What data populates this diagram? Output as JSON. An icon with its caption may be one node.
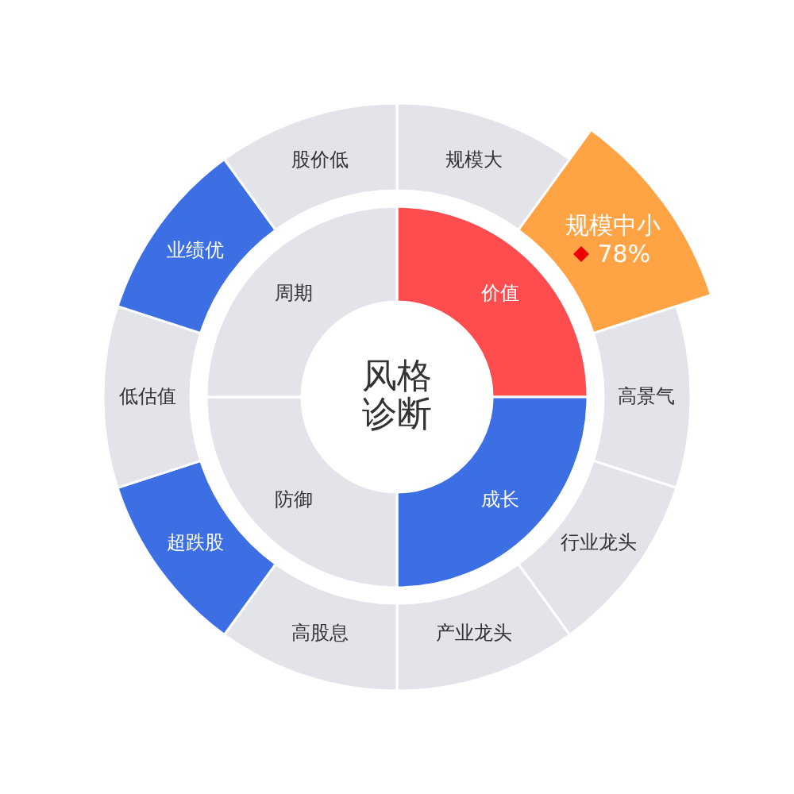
{
  "diagram": {
    "nodes": [
      {
        "text": [
          "风格诊断"
        ]
      },
      {
        "text": [
          "价值"
        ]
      },
      {
        "text": [
          "成长"
        ]
      },
      {
        "text": [
          "防御"
        ]
      },
      {
        "text": [
          "周期"
        ]
      },
      {
        "text": [
          "规模大"
        ]
      },
      {
        "text": [
          "规模中小",
          "78%"
        ]
      },
      {
        "text": [
          "高景气"
        ]
      },
      {
        "text": [
          "行业龙头"
        ]
      },
      {
        "text": [
          "产业龙头"
        ]
      },
      {
        "text": [
          "高股息"
        ]
      },
      {
        "text": [
          "超跌股"
        ]
      },
      {
        "text": [
          "低估值"
        ]
      },
      {
        "text": [
          "业绩优"
        ]
      },
      {
        "text": [
          "股价低"
        ]
      }
    ]
  }
}
